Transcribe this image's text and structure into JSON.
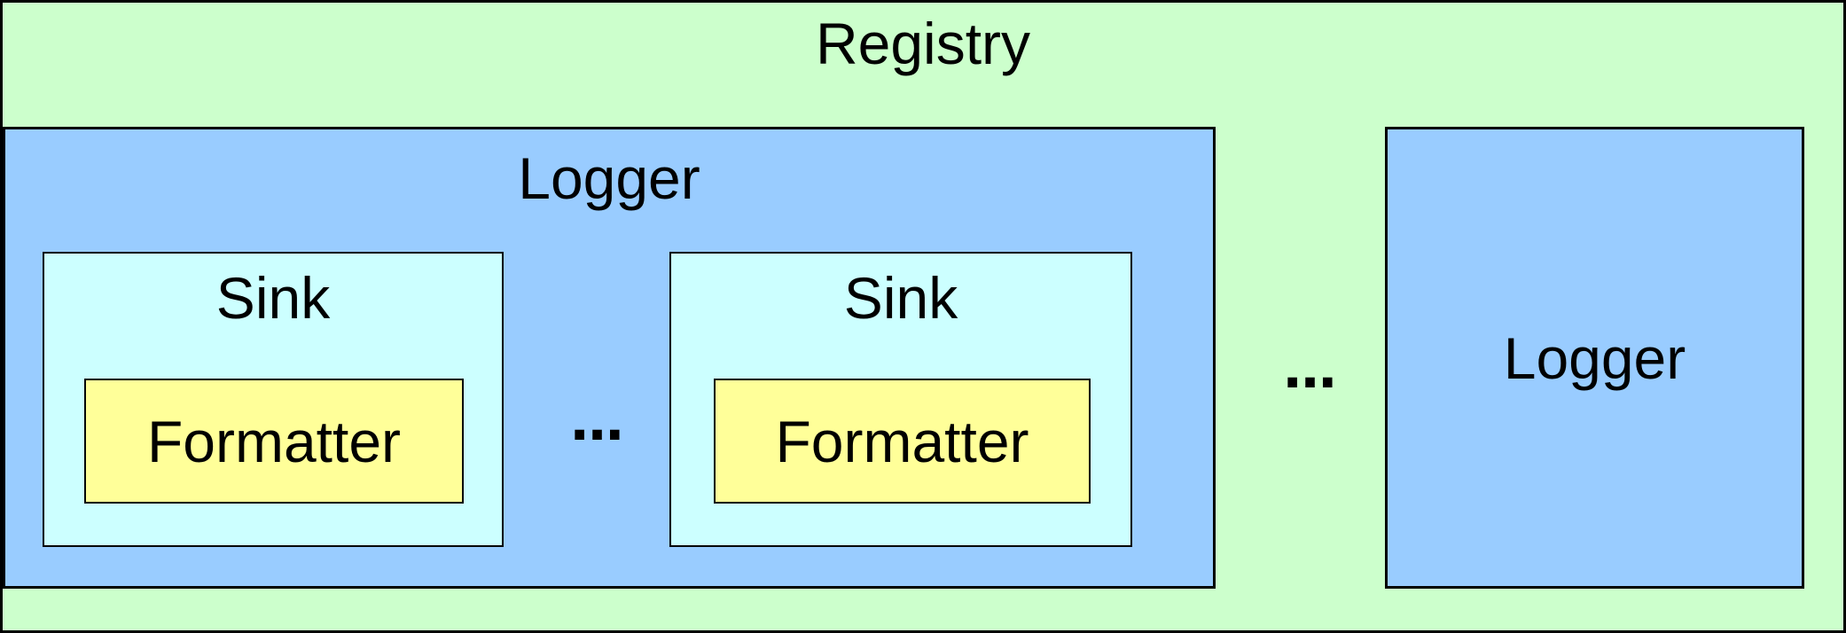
{
  "colors": {
    "registry_bg": "#ccffcc",
    "logger_bg": "#99ccff",
    "sink_bg": "#ccffff",
    "formatter_bg": "#ffff99",
    "border": "#000000",
    "text": "#000000"
  },
  "registry": {
    "label": "Registry",
    "loggers_ellipsis": "...",
    "loggers": [
      {
        "label": "Logger",
        "sinks_ellipsis": "...",
        "sinks": [
          {
            "label": "Sink",
            "formatter_label": "Formatter"
          },
          {
            "label": "Sink",
            "formatter_label": "Formatter"
          }
        ]
      },
      {
        "label": "Logger"
      }
    ]
  }
}
